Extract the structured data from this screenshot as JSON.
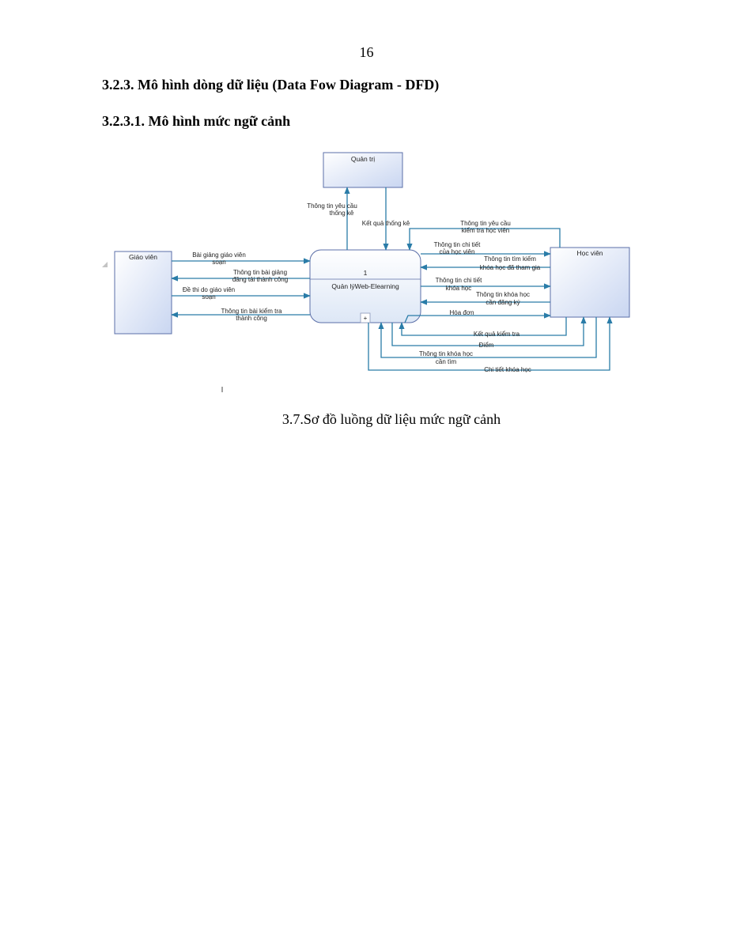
{
  "page": {
    "number": "16",
    "heading_1": "3.2.3.  Mô hình dòng dữ liệu (Data Fow Diagram - DFD)",
    "heading_2": "3.2.3.1. Mô hình mức ngữ cảnh",
    "caption": "3.7.Sơ đồ luồng dữ liệu mức ngữ cảnh"
  },
  "diagram": {
    "entities": {
      "admin": "Quản trị",
      "teacher": "Giáo viên",
      "student": "Học viên"
    },
    "process": {
      "id": "1",
      "name": "Quản lýWeb-Elearning",
      "expand_symbol": "+"
    },
    "flows": {
      "admin_request_1": "Thông tin yêu cầu",
      "admin_request_2": "thống kê",
      "admin_result": "Kết quả thống kê",
      "t1_1": "Bài giảng giáo viên",
      "t1_2": "soạn",
      "t2_1": "Thông tin bài giảng",
      "t2_2": "đăng tải thành công",
      "t3_1": "Đề thi do giáo viên",
      "t3_2": "soạn",
      "t4_1": "Thông tin bài kiểm tra",
      "t4_2": "thành công",
      "s1_1": "Thông tin yêu cầu",
      "s1_2": "kiểm tra học viên",
      "s2_1": "Thông tin chi tiết",
      "s2_2": "của học viên",
      "s3_1": "Thông tin tìm kiếm",
      "s3_2": "khóa học đã tham gia",
      "s4_1": "Thông tin chi tiết",
      "s4_2": "khóa học",
      "s5_1": "Thông tin khóa học",
      "s5_2": "cần đăng ký",
      "s6": "Hóa đơn",
      "s7": "Kết quả kiểm tra",
      "s8": "Điểm",
      "s9_1": "Thông tin khóa học",
      "s9_2": "cần tìm",
      "s10": "Chi tiết khóa học"
    }
  }
}
